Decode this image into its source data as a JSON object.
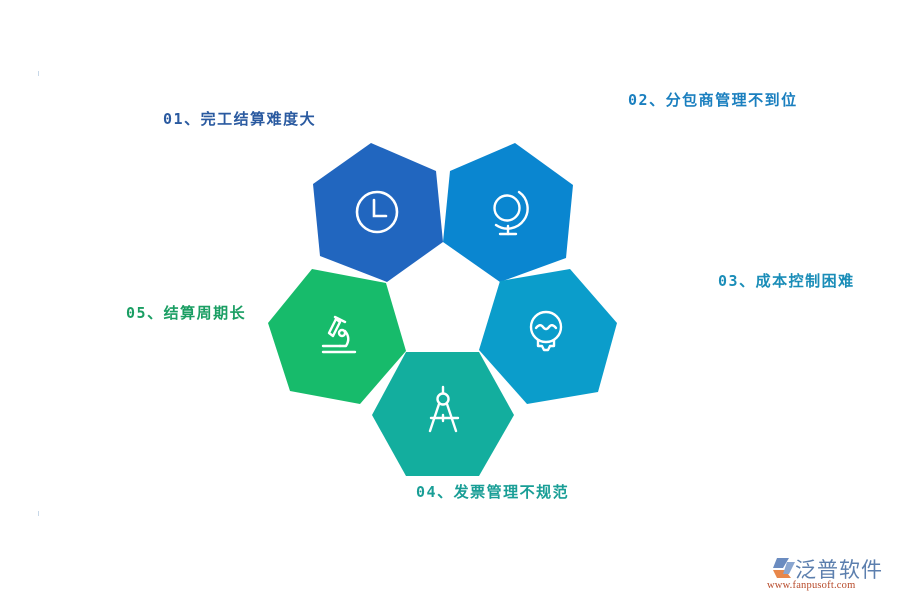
{
  "diagram": {
    "type": "hexagon-cluster",
    "items": [
      {
        "num": "01",
        "sep": "、",
        "text": "完工结算难度大",
        "icon": "clock-icon",
        "color": "#2166bf",
        "label_color": "#2a5aa0"
      },
      {
        "num": "02",
        "sep": "、",
        "text": "分包商管理不到位",
        "icon": "globe-icon",
        "color": "#0a86d0",
        "label_color": "#1a7fbf"
      },
      {
        "num": "03",
        "sep": "、",
        "text": "成本控制困难",
        "icon": "lightbulb-icon",
        "color": "#0b9dcb",
        "label_color": "#1a8db8"
      },
      {
        "num": "04",
        "sep": "、",
        "text": "发票管理不规范",
        "icon": "compass-icon",
        "color": "#13ae9e",
        "label_color": "#199e96"
      },
      {
        "num": "05",
        "sep": "、",
        "text": "结算周期长",
        "icon": "microscope-icon",
        "color": "#17bb6b",
        "label_color": "#1a9e63"
      }
    ]
  },
  "logo": {
    "name": "泛普软件",
    "url": "www.fanpusoft.com"
  }
}
